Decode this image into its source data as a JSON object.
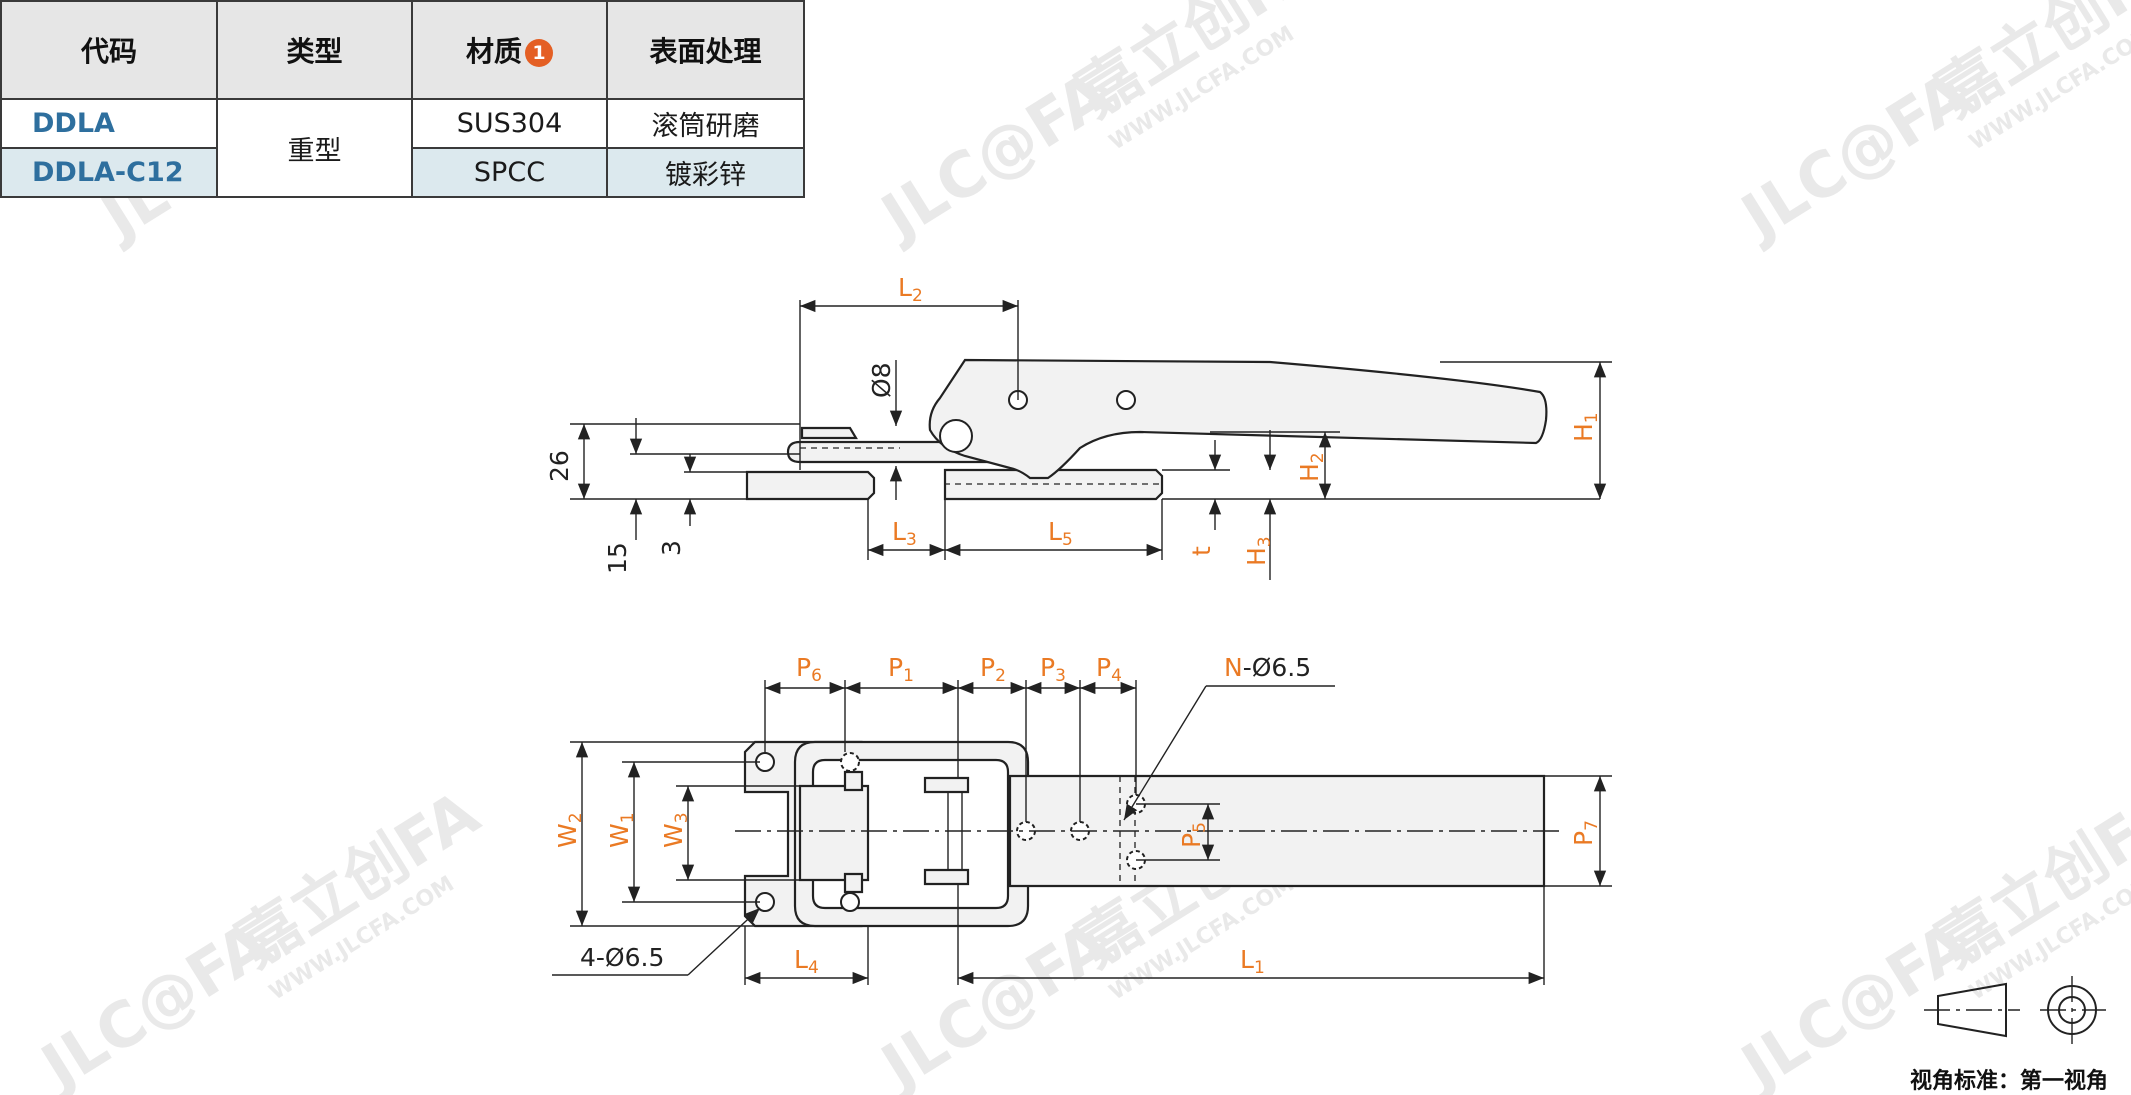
{
  "table": {
    "headers": {
      "code": "代码",
      "type": "类型",
      "material": "材质",
      "material_note": "1",
      "surface": "表面处理"
    },
    "rows": [
      {
        "code": "DDLA",
        "material": "SUS304",
        "surface": "滚筒研磨"
      },
      {
        "code": "DDLA-C12",
        "material": "SPCC",
        "surface": "镀彩锌"
      }
    ],
    "type_value": "重型"
  },
  "dimensions": {
    "side": {
      "L2": "L",
      "L2_sub": "2",
      "phi8": "Ø8",
      "d26": "26",
      "d15": "15",
      "d3": "3",
      "L3": "L",
      "L3_sub": "3",
      "L5": "L",
      "L5_sub": "5",
      "t": "t",
      "H3": "H",
      "H3_sub": "3",
      "H2": "H",
      "H2_sub": "2",
      "H1": "H",
      "H1_sub": "1"
    },
    "top": {
      "P6": "P",
      "P6_sub": "6",
      "P1": "P",
      "P1_sub": "1",
      "P2": "P",
      "P2_sub": "2",
      "P3": "P",
      "P3_sub": "3",
      "P4": "P",
      "P4_sub": "4",
      "N_hole_prefix": "N",
      "N_hole_value": "-Ø6.5",
      "W2": "W",
      "W2_sub": "2",
      "W1": "W",
      "W1_sub": "1",
      "W3": "W",
      "W3_sub": "3",
      "P5": "P",
      "P5_sub": "5",
      "P7": "P",
      "P7_sub": "7",
      "holes_4": "4-Ø6.5",
      "L4": "L",
      "L4_sub": "4",
      "L1": "L",
      "L1_sub": "1"
    }
  },
  "projection_label": "视角标准：第一视角",
  "watermark": {
    "brand_cn": "嘉立创FA",
    "brand_en": "JLC@FA",
    "url": "WWW.JLCFA.COM"
  },
  "colors": {
    "dimension": "#ea7a24",
    "code": "#2e6f9e",
    "badge": "#e45f24",
    "row_highlight": "#dce9ee"
  }
}
